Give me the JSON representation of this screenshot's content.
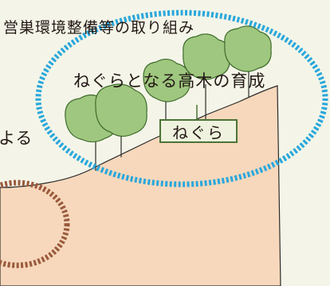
{
  "labels": {
    "title": "営巣環境整備等の取り組み",
    "tall_trees": "ねぐらとなる高木の育成",
    "left_fragment": "よる",
    "nest": "ねぐら"
  },
  "colors": {
    "background": "#f4f5e8",
    "ground_fill": "#f7d8bc",
    "ground_outline": "#2b2b2b",
    "tree_canopy": "#9fc77f",
    "tree_outline": "#3f6b2c",
    "blue_dashed_ring": "#2aa7dc",
    "brown_dashed_ring": "#9a5a3c",
    "nest_box_border": "#4c7336"
  }
}
